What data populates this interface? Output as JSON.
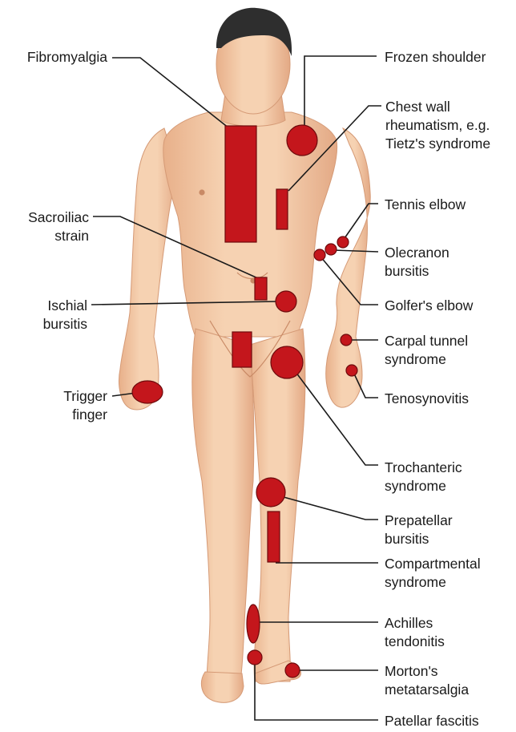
{
  "colors": {
    "marker": "#c4161c",
    "marker_edge": "#7a0a0c",
    "skin": "#f3c9a4",
    "skin_shadow": "#d9a27c",
    "hair": "#2a2a2a",
    "leader": "#1a1a1a"
  },
  "labels": {
    "fibromyalgia": "Fibromyalgia",
    "frozen_shoulder": "Frozen shoulder",
    "chest_wall": [
      "Chest wall",
      "rheumatism, e.g.",
      "Tietz's syndrome"
    ],
    "tennis_elbow": "Tennis elbow",
    "sacroiliac": [
      "Sacroiliac",
      "strain"
    ],
    "olecranon": [
      "Olecranon",
      "bursitis"
    ],
    "ischial": [
      "Ischial",
      "bursitis"
    ],
    "golfers_elbow": "Golfer's elbow",
    "carpal_tunnel": [
      "Carpal tunnel",
      "syndrome"
    ],
    "trigger_finger": [
      "Trigger",
      "finger"
    ],
    "tenosynovitis": "Tenosynovitis",
    "trochanteric": [
      "Trochanteric",
      "syndrome"
    ],
    "prepatellar": [
      "Prepatellar",
      "bursitis"
    ],
    "compartmental": [
      "Compartmental",
      "syndrome"
    ],
    "achilles": [
      "Achilles",
      "tendonitis"
    ],
    "mortons": [
      "Morton's",
      "metatarsalgia"
    ],
    "patellar_fascitis": "Patellar fascitis"
  }
}
